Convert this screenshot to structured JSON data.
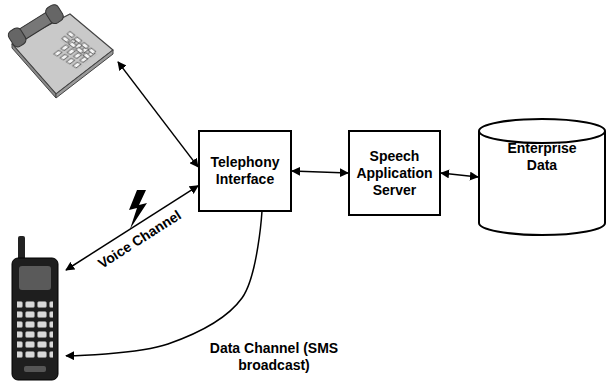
{
  "diagram": {
    "nodes": [
      {
        "text": []
      },
      {
        "text": [
          "Telephony Interface"
        ]
      },
      {
        "text": [
          "Speech Application Server"
        ]
      },
      {
        "text": [
          "Enterprise Data"
        ]
      },
      {
        "text": []
      }
    ],
    "edges": [
      {
        "from": 0,
        "to": 1,
        "arrow": "both"
      },
      {
        "from": 1,
        "to": 4,
        "label": "Voice Channel",
        "arrow": "both"
      },
      {
        "from": 1,
        "to": 2,
        "arrow": "both"
      },
      {
        "from": 2,
        "to": 3,
        "arrow": "both"
      },
      {
        "from": 1,
        "to": 4,
        "label": "Data Channel (SMS broadcast)",
        "arrow": "to"
      }
    ]
  }
}
